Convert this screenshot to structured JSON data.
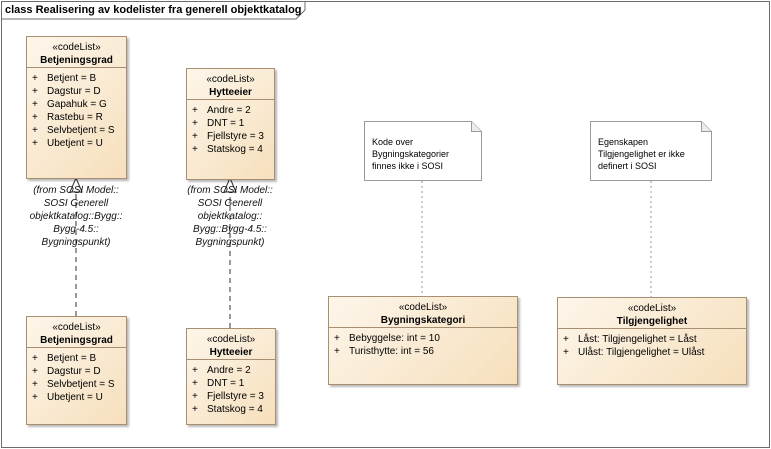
{
  "frame": {
    "title": "class Realisering av kodelister fra generell objektkatalog"
  },
  "classes": {
    "betjeningsgrad_top": {
      "stereotype": "«codeList»",
      "name": "Betjeningsgrad",
      "attributes": [
        "Betjent = B",
        "Dagstur = D",
        "Gapahuk = G",
        "Rastebu = R",
        "Selvbetjent = S",
        "Ubetjent = U"
      ]
    },
    "hytteeier_top": {
      "stereotype": "«codeList»",
      "name": "Hytteeier",
      "attributes": [
        "Andre = 2",
        "DNT = 1",
        "Fjellstyre = 3",
        "Statskog = 4"
      ]
    },
    "betjeningsgrad_bottom": {
      "stereotype": "«codeList»",
      "name": "Betjeningsgrad",
      "attributes": [
        "Betjent = B",
        "Dagstur = D",
        "Selvbetjent = S",
        "Ubetjent = U"
      ]
    },
    "hytteeier_bottom": {
      "stereotype": "«codeList»",
      "name": "Hytteeier",
      "attributes": [
        "Andre = 2",
        "DNT = 1",
        "Fjellstyre = 3",
        "Statskog = 4"
      ]
    },
    "bygningskategori": {
      "stereotype": "«codeList»",
      "name": "Bygningskategori",
      "attributes": [
        "Bebyggelse: int = 10",
        "Turisthytte: int = 56"
      ]
    },
    "tilgjengelighet": {
      "stereotype": "«codeList»",
      "name": "Tilgjengelighet",
      "attributes": [
        "Låst: Tilgjengelighet = Låst",
        "Ulåst: Tilgjengelighet = Ulåst"
      ]
    }
  },
  "source_labels": {
    "betjeningsgrad": "(from SOSI Model::\nSOSI Generell\nobjektkatalog::Bygg::\nBygg-4.5::\nBygningspunkt)",
    "hytteeier": "(from SOSI Model::\nSOSI Generell\nobjektkatalog::\nBygg::Bygg-4.5::\nBygningspunkt)"
  },
  "notes": {
    "bygningskategori": "Kode over\nBygningskategorier\nfinnes ikke i SOSI",
    "tilgjengelighet": "Egenskapen\nTilgjengelighet er ikke\ndefinert i SOSI"
  },
  "colors": {
    "class_fill_light": "#fdf6ea",
    "class_fill_dark": "#f6dfbc",
    "class_border": "#a98f72",
    "note_fill": "#ffffff"
  }
}
